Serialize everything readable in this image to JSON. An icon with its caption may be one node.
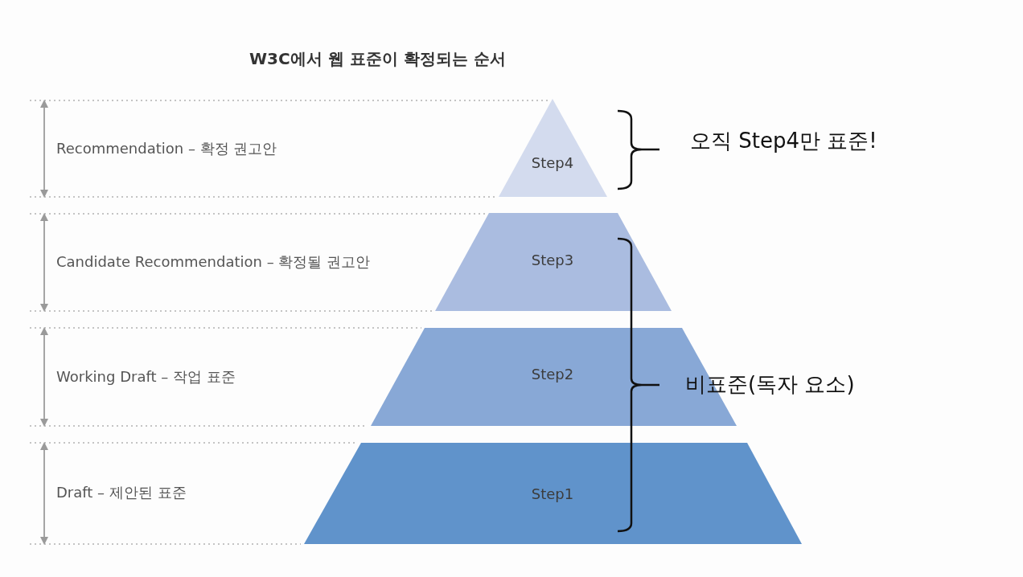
{
  "diagram": {
    "title": "W3C에서 웹 표준이 확정되는 순서",
    "nodes": [
      {
        "text": [
          "Step4"
        ]
      },
      {
        "text": [
          "Step3"
        ]
      },
      {
        "text": [
          "Step2"
        ]
      },
      {
        "text": [
          "Step1"
        ]
      }
    ],
    "labels": [
      "Recommendation – 확정 권고안",
      "오직 Step4만 표준!",
      "Candidate Recommendation – 확정될 권고안",
      "Working Draft – 작업 표준",
      "비표준(독자 요소)",
      "Draft – 제안된 표준"
    ]
  }
}
